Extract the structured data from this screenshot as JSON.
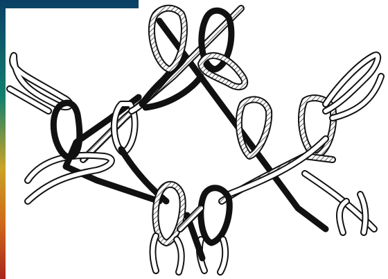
{
  "colors": {
    "background": "#ffffff",
    "outline": "#111111",
    "strand_black": "#111111",
    "strand_white": "#ffffff",
    "hatch": "#555555",
    "bg_gradient": [
      "#0b3f66",
      "#12806e",
      "#c9a427",
      "#cf6a1a",
      "#a8261c"
    ]
  },
  "strand_types": [
    "black",
    "white",
    "hatched"
  ],
  "loop_count": 14,
  "crossing_count": 6
}
